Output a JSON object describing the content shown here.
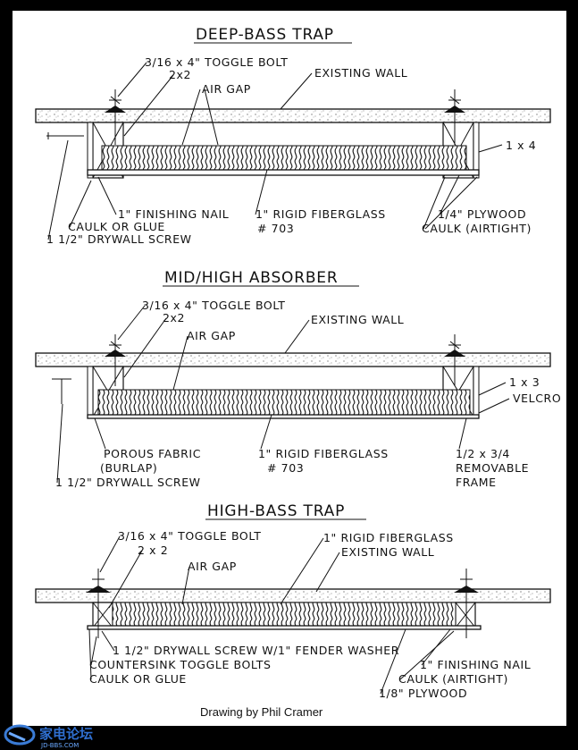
{
  "diagrams": [
    {
      "title": "DEEP-BASS TRAP",
      "labels": {
        "toggle": "3/16 x 4\" TOGGLE BOLT",
        "stud": "2x2",
        "air": "AIR GAP",
        "wall": "EXISTING WALL",
        "side": "1 x 4",
        "nail": "1\" FINISHING NAIL",
        "caulk": "CAULK OR GLUE",
        "screw": "1 1/2\" DRYWALL SCREW",
        "fiber1": "1\" RIGID FIBERGLASS",
        "fiber2": "# 703",
        "ply": "1/4\" PLYWOOD",
        "airtight": "CAULK (AIRTIGHT)"
      }
    },
    {
      "title": "MID/HIGH ABSORBER",
      "labels": {
        "toggle": "3/16 x 4\" TOGGLE BOLT",
        "stud": "2x2",
        "air": "AIR GAP",
        "wall": "EXISTING WALL",
        "side": "1 x 3",
        "velcro": "VELCRO",
        "fabric1": "POROUS FABRIC",
        "fabric2": "(BURLAP)",
        "fiber1": "1\" RIGID FIBERGLASS",
        "fiber2": "# 703",
        "frame1": "1/2 x 3/4",
        "frame2": "REMOVABLE",
        "frame3": "FRAME",
        "screw": "1 1/2\" DRYWALL SCREW"
      }
    },
    {
      "title": "HIGH-BASS TRAP",
      "labels": {
        "toggle": "3/16 x 4\" TOGGLE BOLT",
        "stud": "2 x 2",
        "air": "AIR GAP",
        "fiber": "1\" RIGID FIBERGLASS",
        "wall": "EXISTING WALL",
        "screw": "1 1/2\" DRYWALL SCREW W/1\" FENDER WASHER",
        "countersink": "COUNTERSINK TOGGLE BOLTS",
        "caulk": "CAULK OR GLUE",
        "nail": "1\" FINISHING NAIL",
        "airtight": "CAULK (AIRTIGHT)",
        "ply": "1/8\" PLYWOOD"
      }
    }
  ],
  "credit": "Drawing by Phil Cramer",
  "watermark": {
    "text": "家电论坛",
    "sub": "JD-BBS.COM"
  }
}
